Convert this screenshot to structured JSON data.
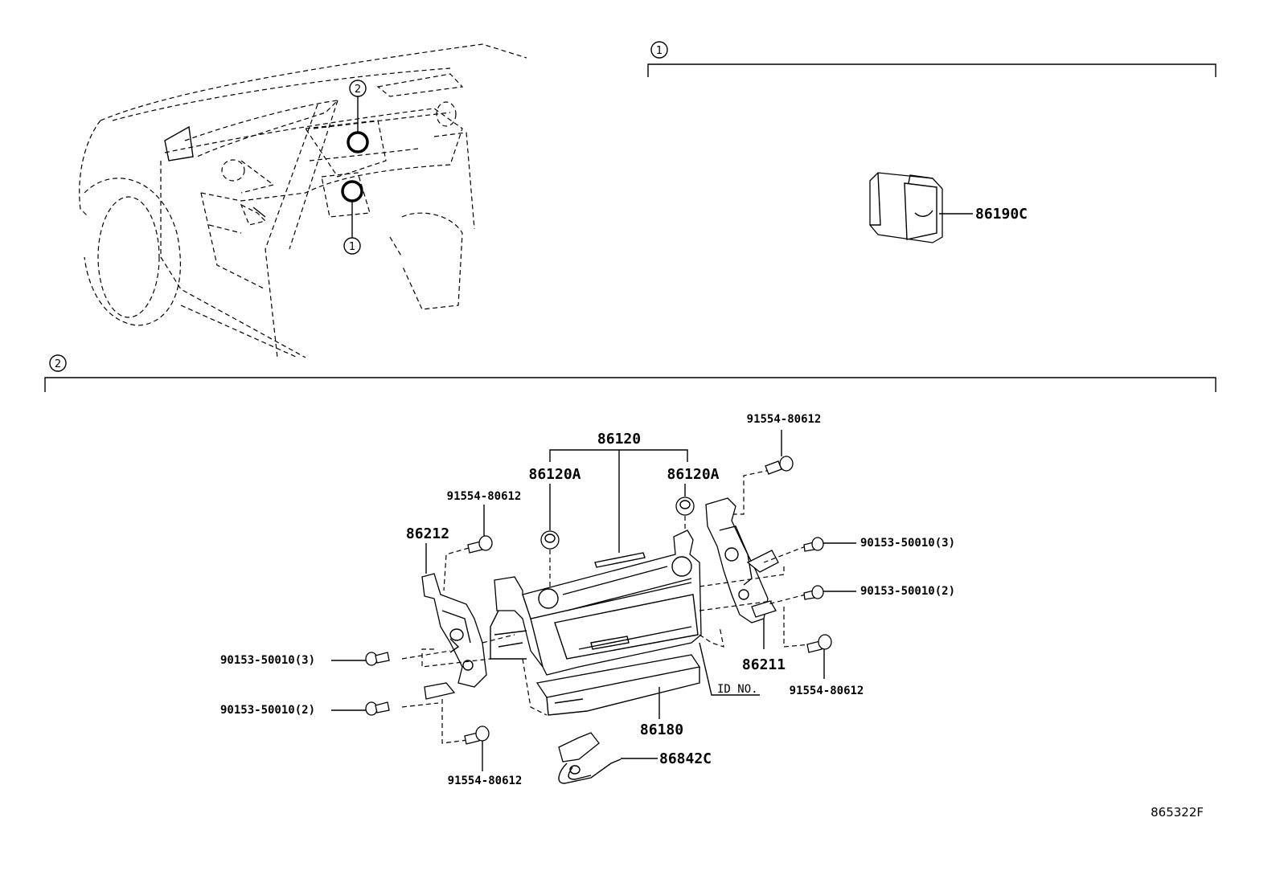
{
  "sections": {
    "section_1_number": "1",
    "section_2_number": "2"
  },
  "overview": {
    "callout_1": "1",
    "callout_2": "2"
  },
  "parts": {
    "p_86190C": "86190C",
    "p_86120": "86120",
    "p_86120A_left": "86120A",
    "p_86120A_right": "86120A",
    "p_86212": "86212",
    "p_86211": "86211",
    "p_86180": "86180",
    "p_86842C": "86842C",
    "bolt_top_right": "91554-80612",
    "bolt_left_upper": "91554-80612",
    "bolt_left_lower": "91554-80612",
    "bolt_right_lower": "91554-80612",
    "screw_right_3": "90153-50010(3)",
    "screw_right_2": "90153-50010(2)",
    "screw_left_3": "90153-50010(3)",
    "screw_left_2": "90153-50010(2)",
    "id_no": "ID NO."
  },
  "diagram_code": "865322F"
}
